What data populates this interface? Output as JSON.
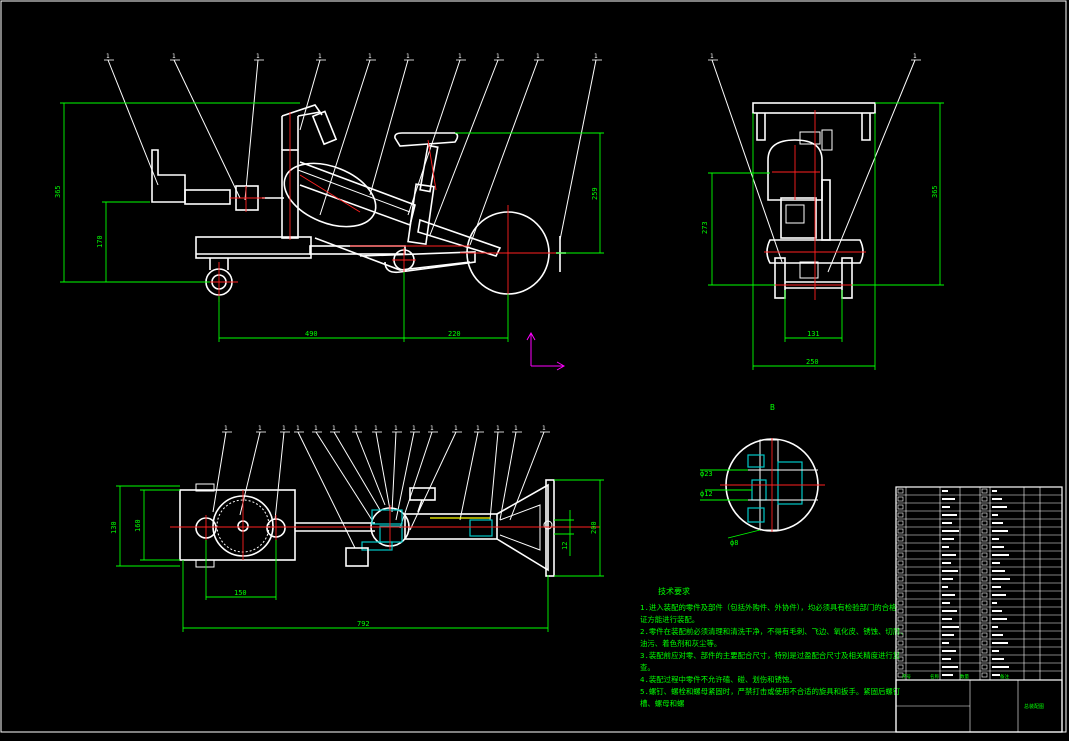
{
  "drawing": {
    "balloons_front": [
      "1",
      "1",
      "1",
      "1",
      "1",
      "1",
      "1",
      "1",
      "1",
      "1"
    ],
    "balloons_side": [
      "1",
      "1"
    ],
    "balloons_top": [
      "1",
      "1",
      "1",
      "1",
      "1",
      "1",
      "1",
      "1",
      "1",
      "1",
      "1",
      "1",
      "1",
      "1",
      "1",
      "1",
      "1",
      "1"
    ],
    "dims_front": {
      "height_total": "365",
      "height_mid": "170",
      "height_right": "259",
      "len_left": "490",
      "len_right": "220"
    },
    "dims_side": {
      "height_left": "273",
      "height_right": "365",
      "width_inner": "131",
      "width_outer": "250"
    },
    "dims_top": {
      "width_box": "130",
      "width_box2": "160",
      "len_150": "150",
      "len_total": "792",
      "right_h": "200",
      "right_small": "12"
    },
    "detail": {
      "label": "B",
      "d1": "ф23",
      "d2": "ф12",
      "d3": "ф8"
    },
    "colors": {
      "outline": "#ffffff",
      "dimension": "#00ff00",
      "centerline": "#ff2020",
      "hatch": "#00c8c8",
      "highlight": "#ffff00",
      "ucs": "#ff00ff"
    }
  },
  "notes": {
    "title": "技术要求",
    "lines": [
      "1.进入装配的零件及部件（包括外购件、外协件），均必须具有检验部门的合格",
      "证方能进行装配。",
      "2.零件在装配前必须清理和清洗干净，不得有毛刺、飞边、氧化皮、锈蚀、切屑、",
      "油污、着色剂和灰尘等。",
      "3.装配前应对零、部件的主要配合尺寸，特别是过盈配合尺寸及相关精度进行复",
      "查。",
      "4.装配过程中零件不允许磕、碰、划伤和锈蚀。",
      "5.螺钉、螺栓和螺母紧固时，严禁打击或使用不合适的旋具和扳手。紧固后螺钉",
      "槽、螺母和螺"
    ]
  },
  "title_block": {
    "h1": "序号",
    "h2": "名称",
    "h3": "数量",
    "h4": "备注",
    "name": "总装配图"
  }
}
